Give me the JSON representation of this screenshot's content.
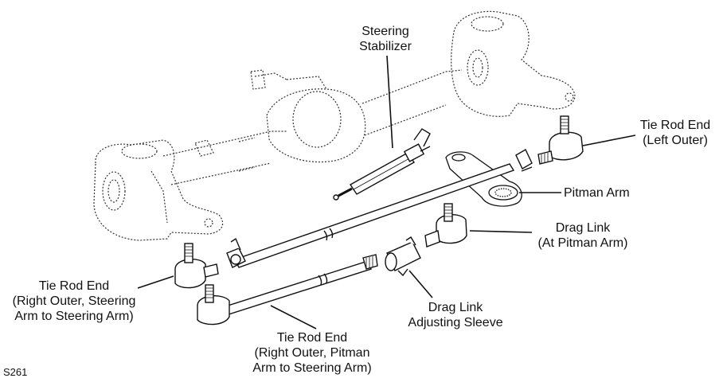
{
  "figure_id": "S261",
  "callouts": {
    "steering_stabilizer": {
      "lines": [
        "Steering",
        "Stabilizer"
      ]
    },
    "tie_rod_end_left_outer": {
      "lines": [
        "Tie Rod End",
        "(Left Outer)"
      ]
    },
    "pitman_arm": {
      "lines": [
        "Pitman Arm"
      ]
    },
    "drag_link_at_pitman": {
      "lines": [
        "Drag Link",
        "(At Pitman Arm)"
      ]
    },
    "tie_rod_end_right_outer_steering": {
      "lines": [
        "Tie Rod End",
        "(Right Outer, Steering",
        "Arm to Steering Arm)"
      ]
    },
    "drag_link_adjusting_sleeve": {
      "lines": [
        "Drag Link",
        "Adjusting Sleeve"
      ]
    },
    "tie_rod_end_right_outer_pitman": {
      "lines": [
        "Tie Rod End",
        "(Right Outer, Pitman",
        "Arm to Steering Arm)"
      ]
    }
  },
  "colors": {
    "ink": "#111111",
    "phantom": "#333333",
    "paper": "#ffffff"
  }
}
